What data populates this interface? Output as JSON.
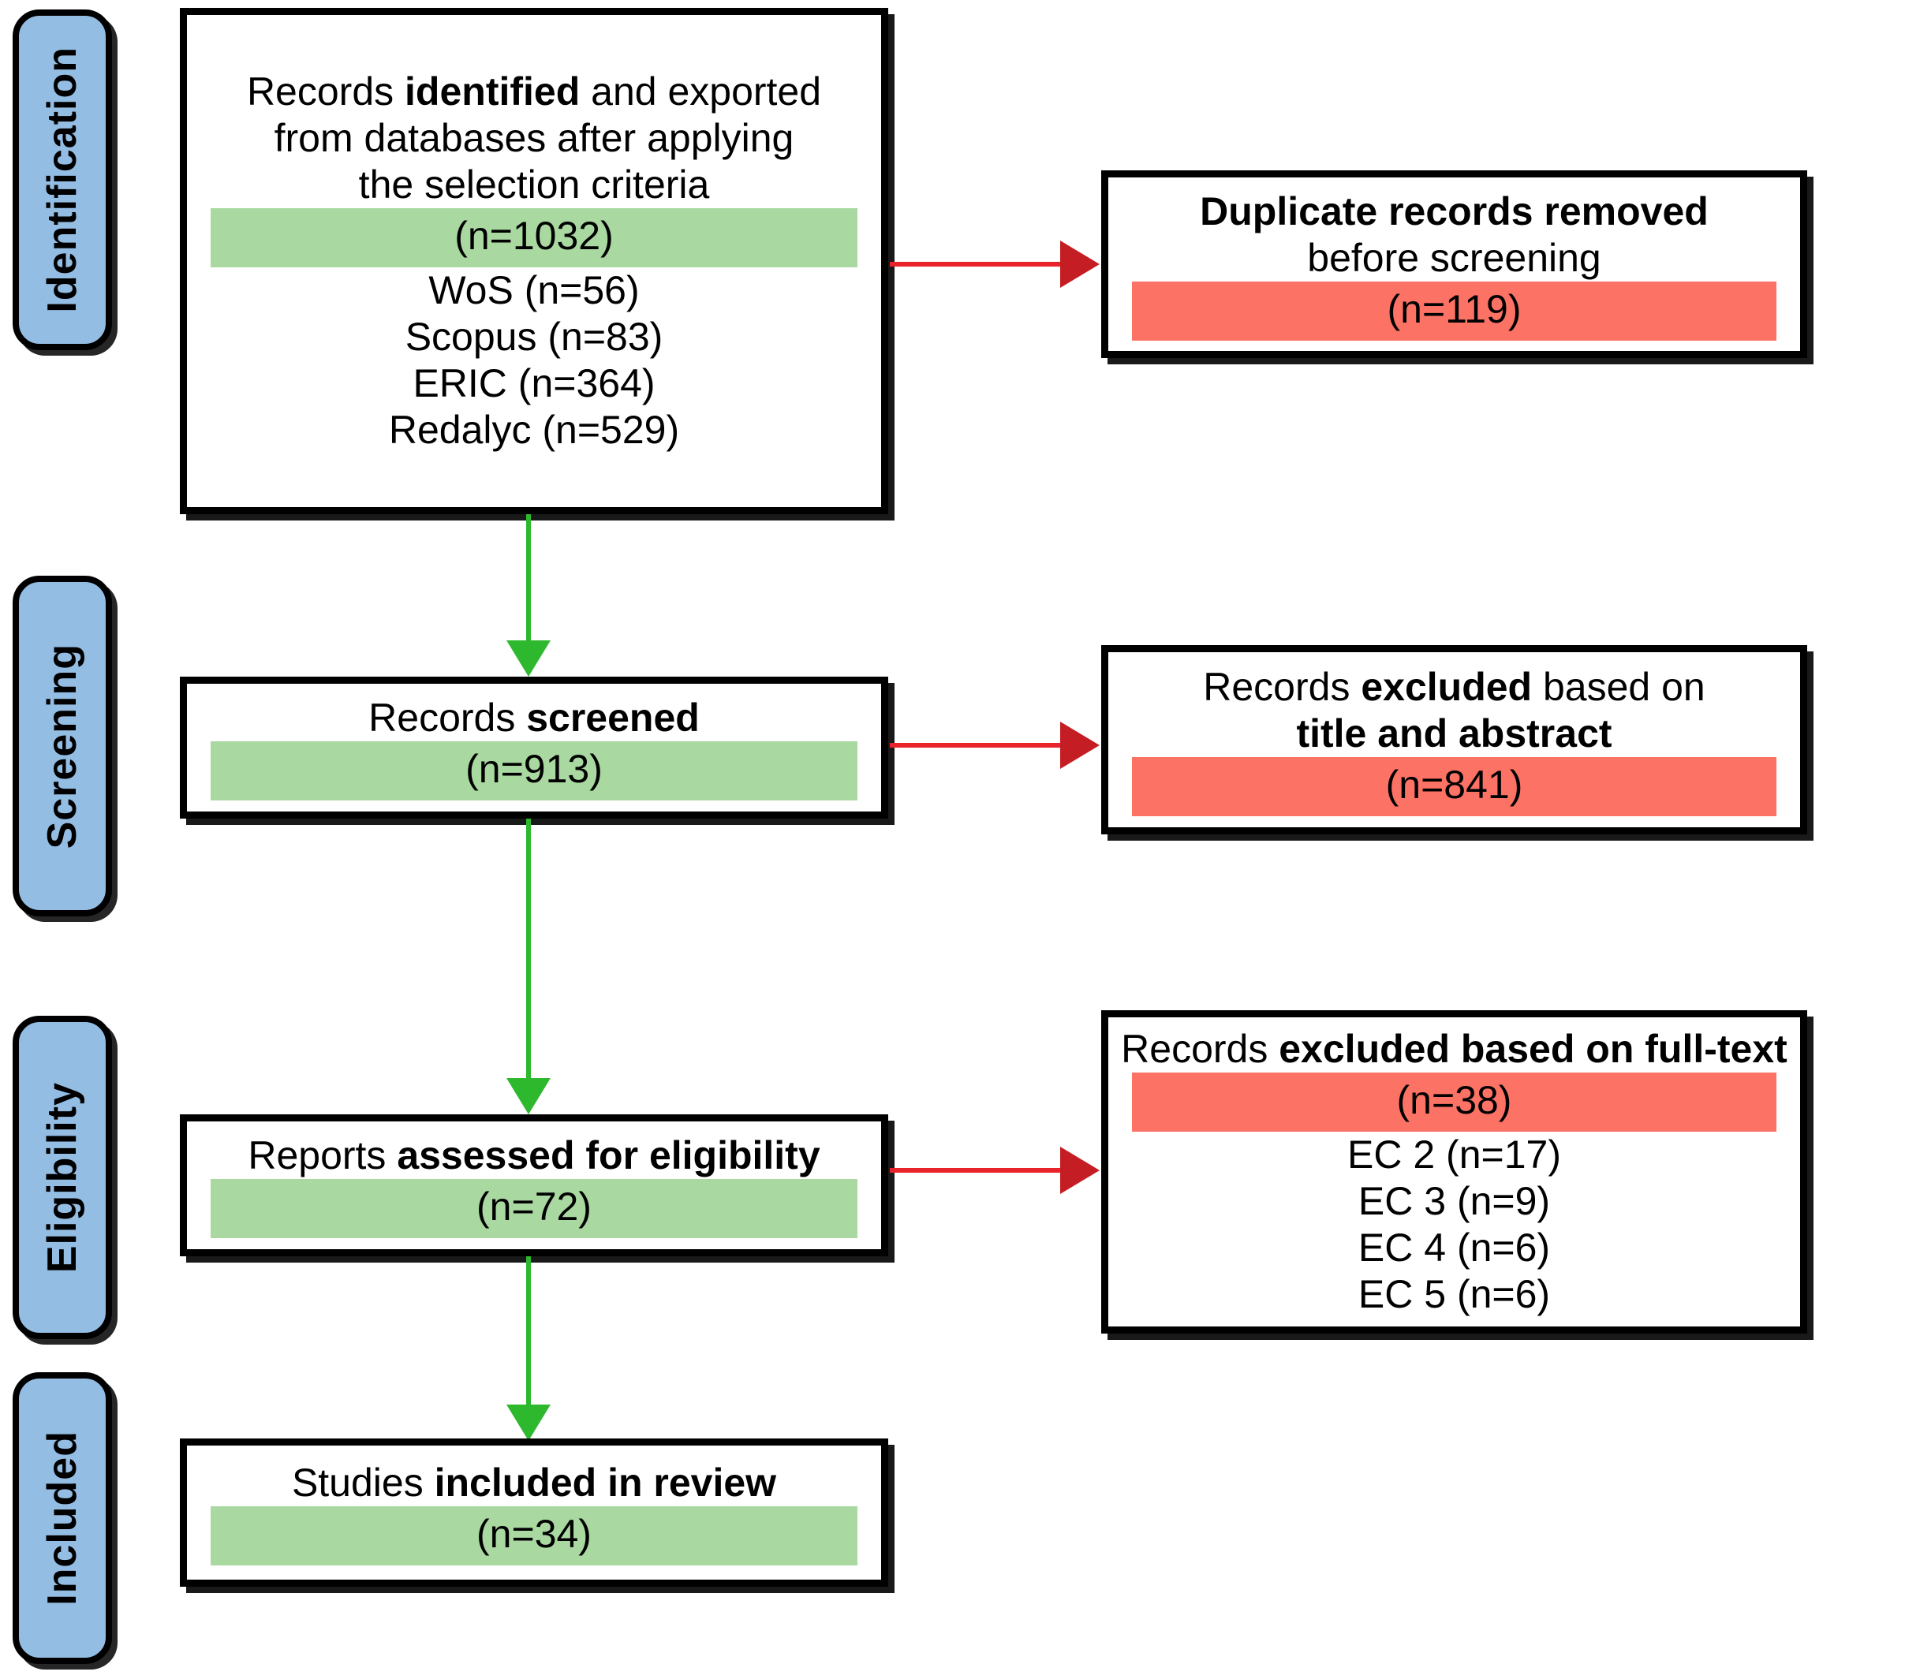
{
  "diagram": {
    "title": "PRISMA flow diagram",
    "colors": {
      "stage_pill_fill": "#94BDE3",
      "green_highlight": "#A9D8A1",
      "red_highlight": "#FC7265",
      "green_arrow": "#2EB82E",
      "red_arrow": "#E8242A",
      "box_border": "#000000"
    },
    "stages": [
      {
        "id": "identification",
        "label": "Identification"
      },
      {
        "id": "screening",
        "label": "Screening"
      },
      {
        "id": "eligibility",
        "label": "Eligibility"
      },
      {
        "id": "included",
        "label": "Included"
      }
    ],
    "boxes": {
      "identified": {
        "line1_a": "Records ",
        "line1_b": "identified",
        "line1_c": " and exported",
        "line2": "from databases after applying",
        "line3": "the selection criteria",
        "count": "(n=1032)",
        "sources": [
          "WoS (n=56)",
          "Scopus (n=83)",
          "ERIC (n=364)",
          "Redalyc (n=529)"
        ]
      },
      "duplicates_removed": {
        "line1": "Duplicate records removed",
        "line2": "before screening",
        "count": "(n=119)"
      },
      "screened": {
        "line1_a": "Records ",
        "line1_b": "screened",
        "count": "(n=913)"
      },
      "excluded_title_abstract": {
        "line1_a": "Records ",
        "line1_b": "excluded",
        "line1_c": " based on",
        "line2": "title and abstract",
        "count": "(n=841)"
      },
      "assessed_eligibility": {
        "line1_a": "Reports ",
        "line1_b": "assessed for eligibility",
        "count": "(n=72)"
      },
      "excluded_full_text": {
        "line1_a": "Records ",
        "line1_b": "excluded based on full-text",
        "count": "(n=38)",
        "reasons": [
          "EC 2 (n=17)",
          "EC 3 (n=9)",
          "EC 4 (n=6)",
          "EC 5 (n=6)"
        ]
      },
      "included_in_review": {
        "line1_a": "Studies ",
        "line1_b": "included in review",
        "count": "(n=34)"
      }
    }
  }
}
